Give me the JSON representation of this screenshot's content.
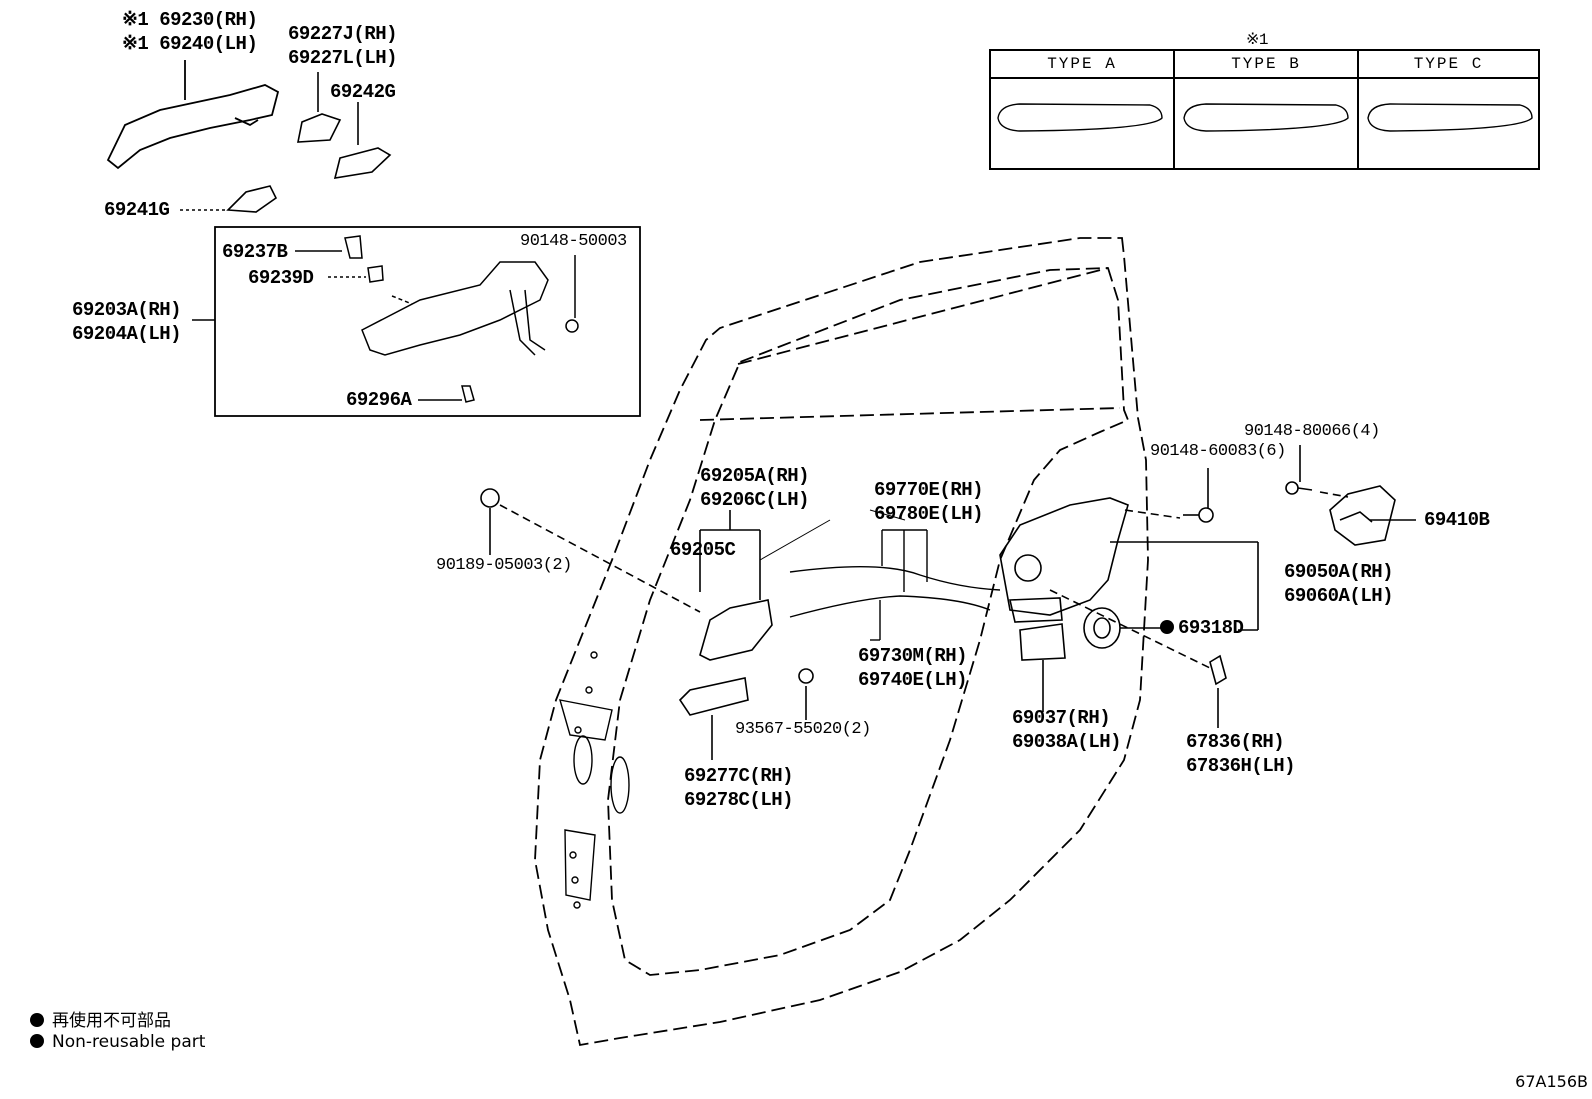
{
  "parts": {
    "p69230": "※1 69230(RH)",
    "p69240": "※1 69240(LH)",
    "p69227J": "69227J(RH)",
    "p69227L": "69227L(LH)",
    "p69242G": "69242G",
    "p69241G": "69241G",
    "p69237B": "69237B",
    "p69239D": "69239D",
    "p90148_50003": "90148-50003",
    "p69203A": "69203A(RH)",
    "p69204A": "69204A(LH)",
    "p69296A": "69296A",
    "p90189": "90189-05003(2)",
    "p69205A": "69205A(RH)",
    "p69206C": "69206C(LH)",
    "p69205C": "69205C",
    "p69770E": "69770E(RH)",
    "p69780E": "69780E(LH)",
    "p69730M": "69730M(RH)",
    "p69740E": "69740E(LH)",
    "p93567": "93567-55020(2)",
    "p69277C": "69277C(RH)",
    "p69278C": "69278C(LH)",
    "p90148_60083": "90148-60083(6)",
    "p90148_80066": "90148-80066(4)",
    "p69410B": "69410B",
    "p69050A": "69050A(RH)",
    "p69060A": "69060A(LH)",
    "p69318D": "69318D",
    "p69037": "69037(RH)",
    "p69038A": "69038A(LH)",
    "p67836RH": "67836(RH)",
    "p67836LH": "67836H(LH)"
  },
  "type_table": {
    "note": "※1",
    "types": [
      "TYPE A",
      "TYPE B",
      "TYPE C"
    ]
  },
  "legend": {
    "jp": "再使用不可部品",
    "en": "Non-reusable part"
  },
  "ref_code": "67A156B"
}
